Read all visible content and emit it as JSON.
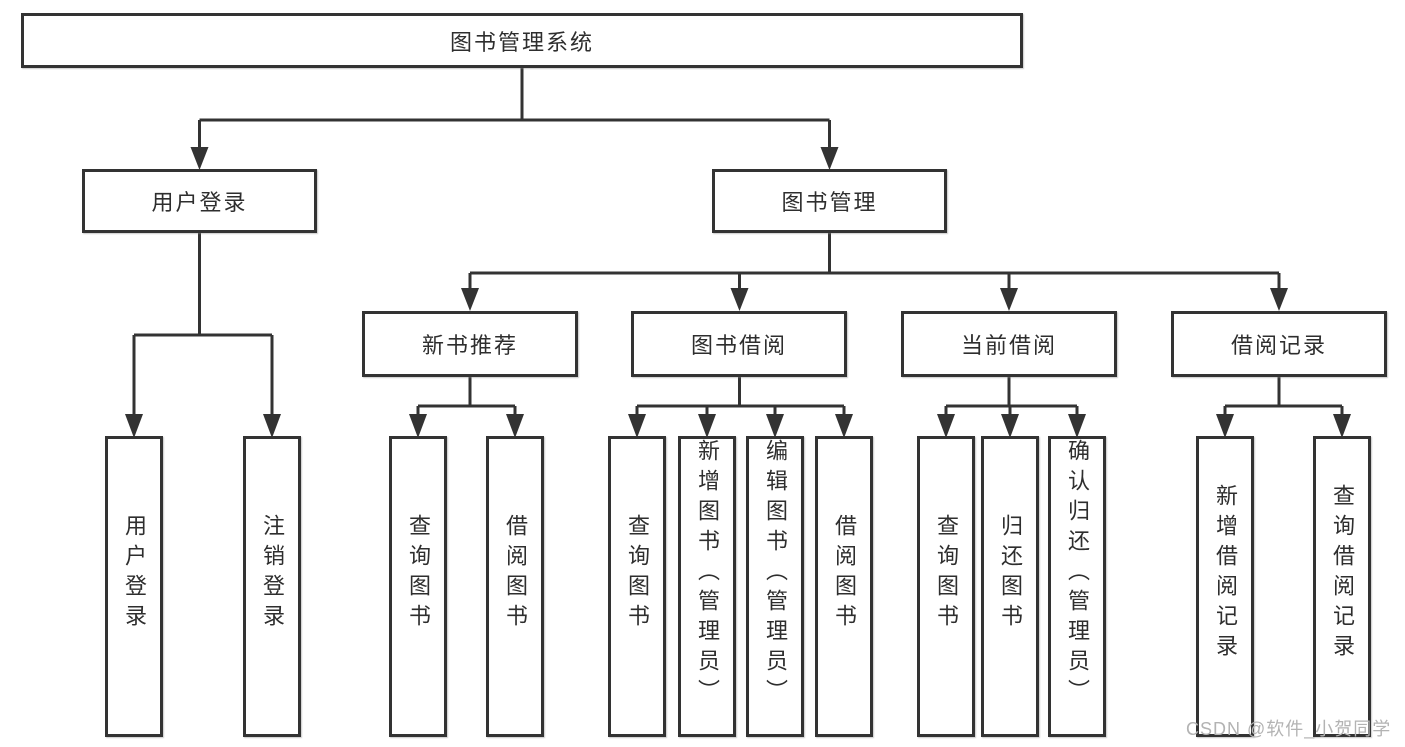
{
  "tree": {
    "label": "图书管理系统",
    "children": [
      {
        "label": "用户登录",
        "children": [
          {
            "label": "用户登录"
          },
          {
            "label": "注销登录"
          }
        ]
      },
      {
        "label": "图书管理",
        "children": [
          {
            "label": "新书推荐",
            "children": [
              {
                "label": "查询图书"
              },
              {
                "label": "借阅图书"
              }
            ]
          },
          {
            "label": "图书借阅",
            "children": [
              {
                "label": "查询图书"
              },
              {
                "label": "新增图书（管理员）"
              },
              {
                "label": "编辑图书（管理员）"
              },
              {
                "label": "借阅图书"
              }
            ]
          },
          {
            "label": "当前借阅",
            "children": [
              {
                "label": "查询图书"
              },
              {
                "label": "归还图书"
              },
              {
                "label": "确认归还（管理员）"
              }
            ]
          },
          {
            "label": "借阅记录",
            "children": [
              {
                "label": "新增借阅记录"
              },
              {
                "label": "查询借阅记录"
              }
            ]
          }
        ]
      }
    ]
  },
  "watermark": {
    "text": "CSDN @软件_小贺同学"
  },
  "colors": {
    "line": "#333333",
    "text": "#2e2e2e",
    "background": "#ffffff",
    "watermark": "#b3b3b3"
  }
}
